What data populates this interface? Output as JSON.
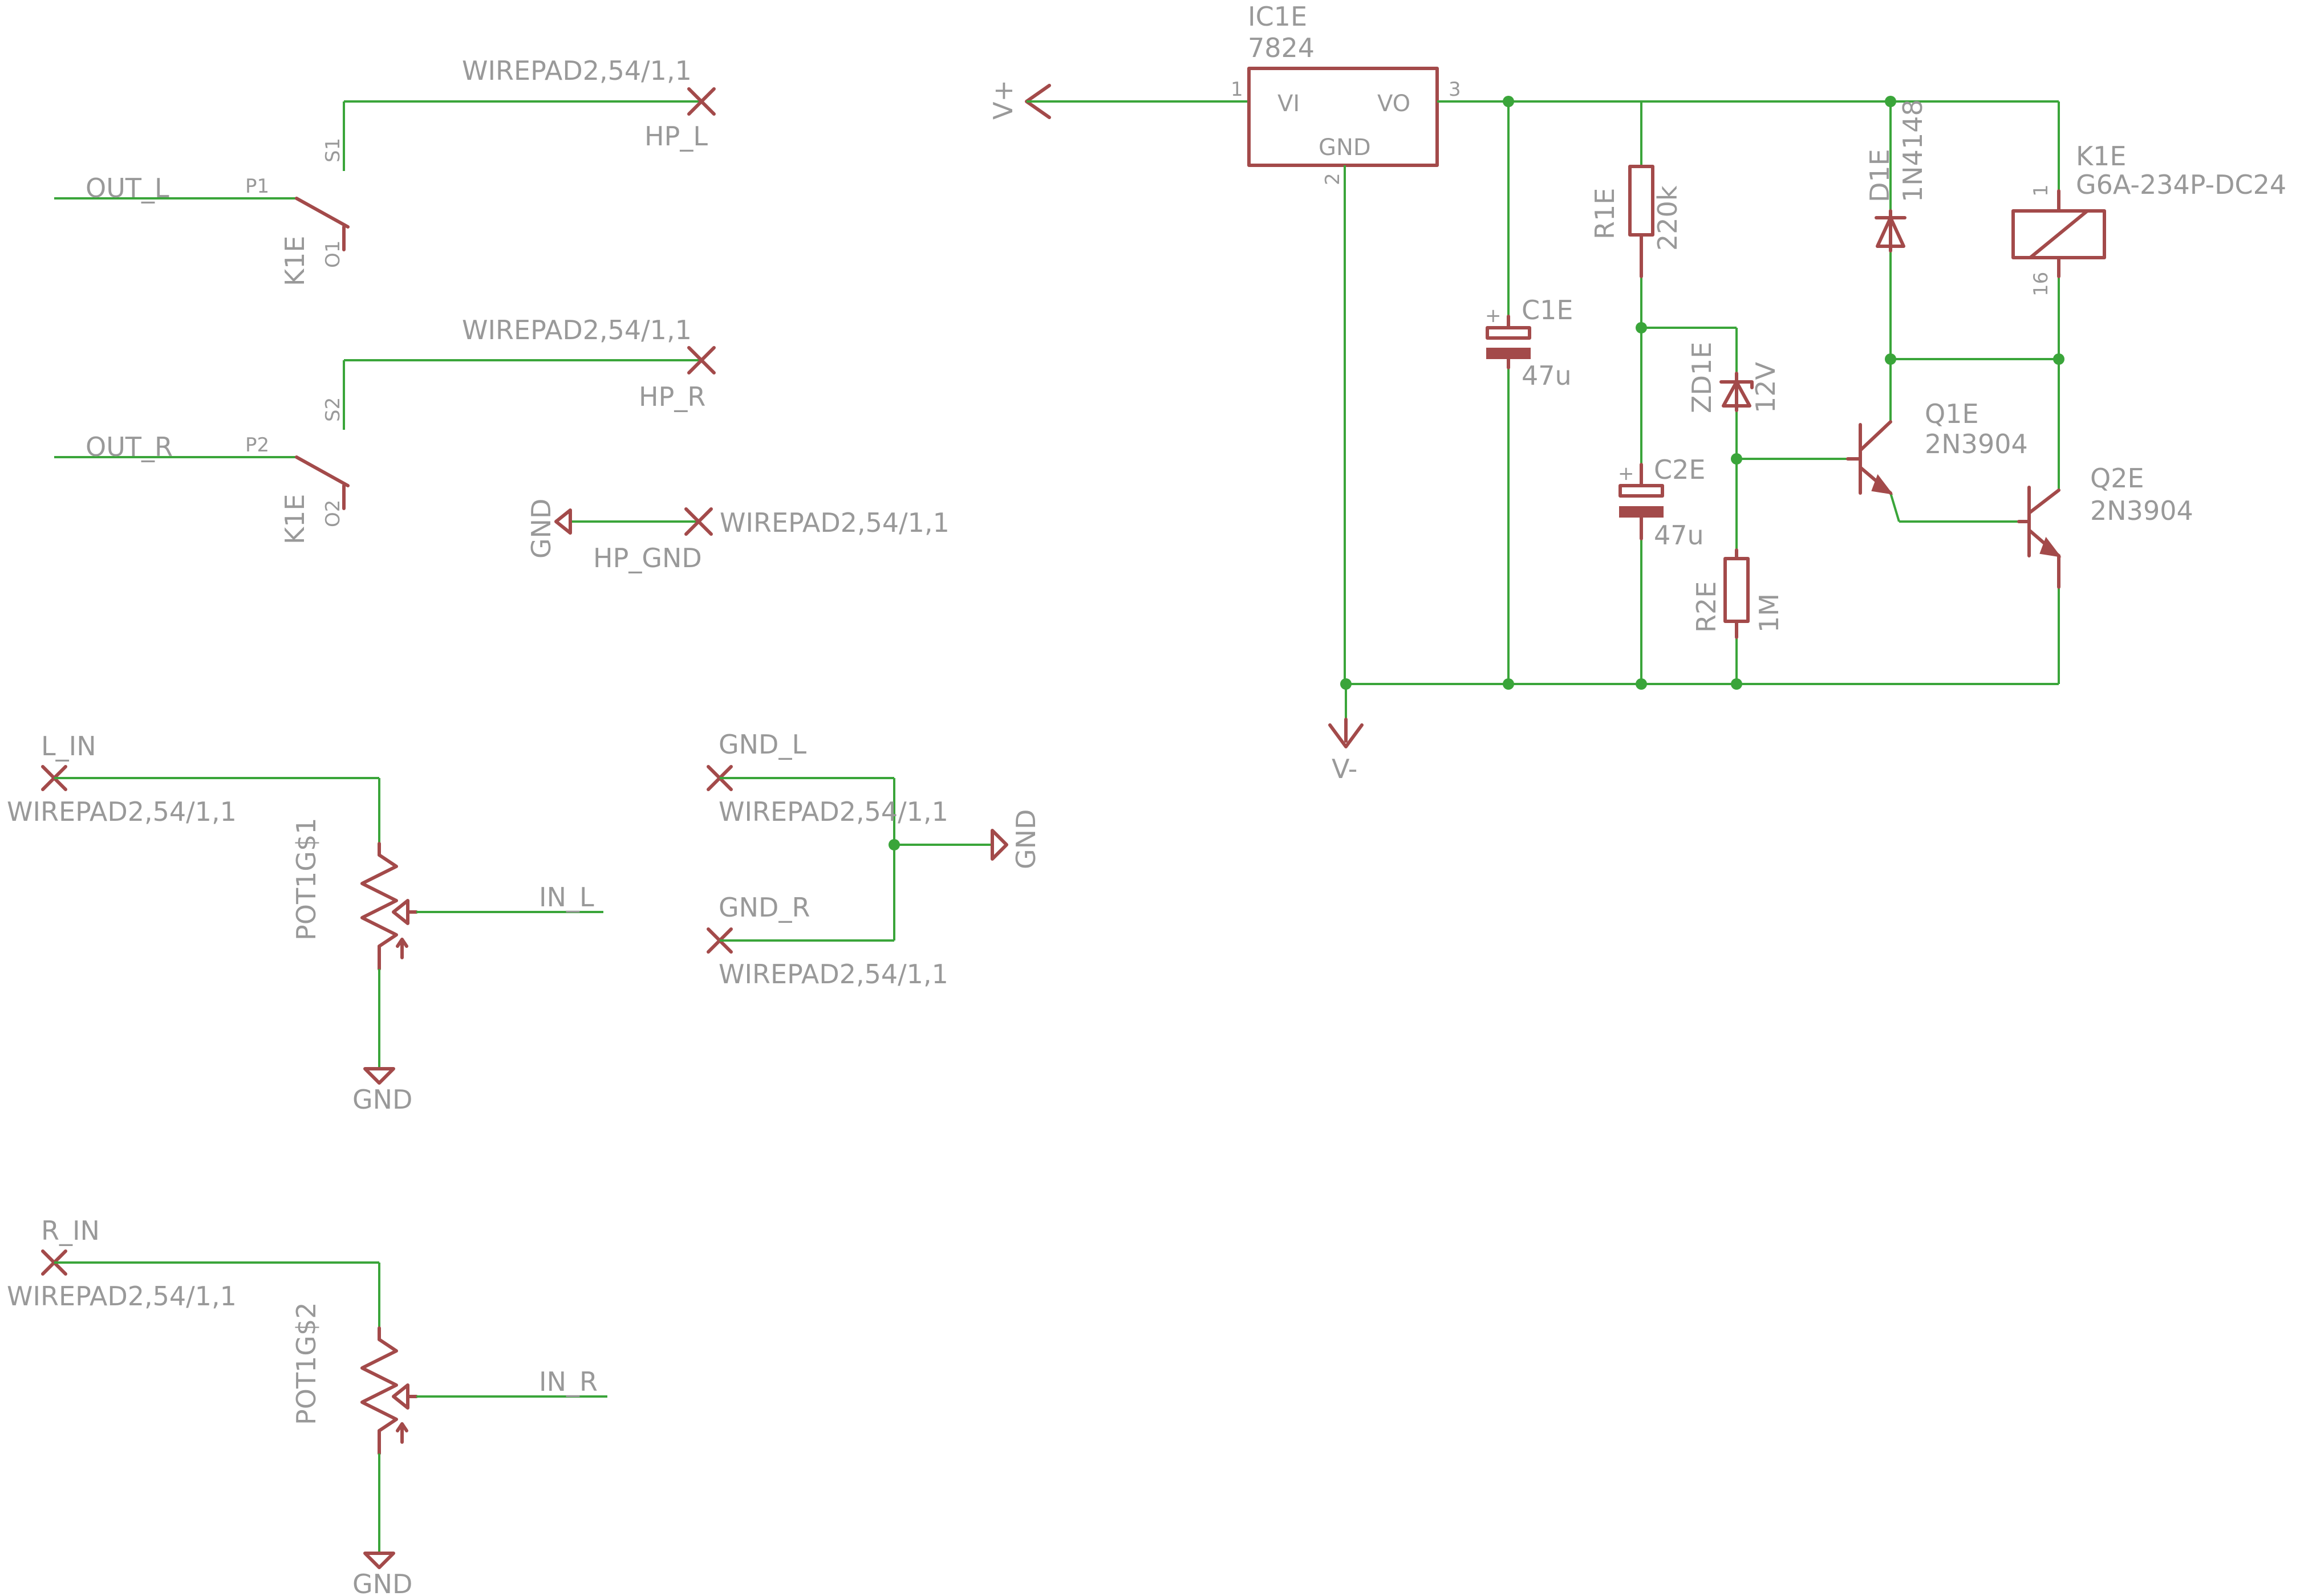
{
  "regulator": {
    "ref": "IC1E",
    "value": "7824",
    "pin_vi": "VI",
    "pin_vo": "VO",
    "pin_gnd": "GND",
    "pin1": "1",
    "pin2": "2",
    "pin3": "3"
  },
  "supply": {
    "vplus": "V+",
    "vminus": "V-"
  },
  "c1": {
    "ref": "C1E",
    "value": "47u",
    "plus": "+"
  },
  "c2": {
    "ref": "C2E",
    "value": "47u",
    "plus": "+"
  },
  "r1": {
    "ref": "R1E",
    "value": "220k"
  },
  "r2": {
    "ref": "R2E",
    "value": "1M"
  },
  "zd1": {
    "ref": "ZD1E",
    "value": "12V"
  },
  "d1": {
    "ref": "D1E",
    "value": "1N4148"
  },
  "q1": {
    "ref": "Q1E",
    "value": "2N3904"
  },
  "q2": {
    "ref": "Q2E",
    "value": "2N3904"
  },
  "relay": {
    "ref": "K1E",
    "value": "G6A-234P-DC24",
    "pin1": "1",
    "pin16": "16"
  },
  "switch1": {
    "ref": "K1E",
    "p": "P1",
    "s": "S1",
    "o": "O1"
  },
  "switch2": {
    "ref": "K1E",
    "p": "P2",
    "s": "S2",
    "o": "O2"
  },
  "nets": {
    "out_l": "OUT_L",
    "out_r": "OUT_R",
    "hp_l": "HP_L",
    "hp_r": "HP_R",
    "hp_gnd": "HP_GND",
    "l_in": "L_IN",
    "r_in": "R_IN",
    "in_l": "IN_L",
    "in_r": "IN_R",
    "gnd_l": "GND_L",
    "gnd_r": "GND_R",
    "gnd": "GND"
  },
  "pads": {
    "hp_l": "WIREPAD2,54/1,1",
    "hp_r": "WIREPAD2,54/1,1",
    "hp_gnd": "WIREPAD2,54/1,1",
    "l_in": "WIREPAD2,54/1,1",
    "r_in": "WIREPAD2,54/1,1",
    "gnd_l": "WIREPAD2,54/1,1",
    "gnd_r": "WIREPAD2,54/1,1"
  },
  "pots": {
    "pot1": "POT1G$1",
    "pot2": "POT1G$2"
  },
  "colors": {
    "wire": "#3aa53a",
    "symbol": "#a34a4a",
    "text": "#999999",
    "background": "#ffffff"
  }
}
